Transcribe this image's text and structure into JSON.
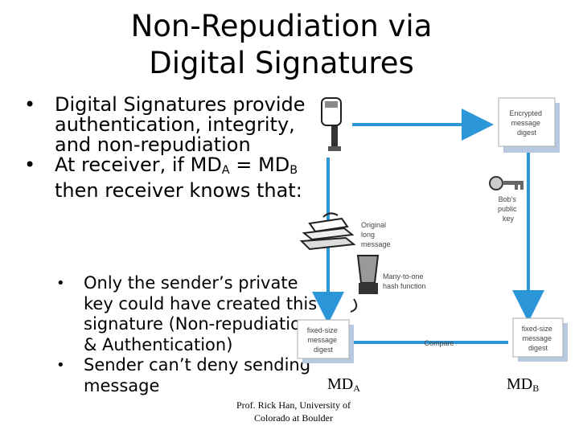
{
  "title": {
    "line1": "Non-Repudiation via",
    "line2": "Digital Signatures"
  },
  "bullets": [
    {
      "text": "Digital Signatures provide authentication, integrity, and non-repudiation"
    },
    {
      "pre": "At receiver, if MD",
      "sub_a": "A",
      "mid": " = MD",
      "sub_b": "B",
      "post": " then receiver knows that:"
    }
  ],
  "sub_bullets": [
    "Only the sender’s private key could have created this signature (Non-repudiation & Authentication)",
    "Sender can’t deny sending message"
  ],
  "diagram": {
    "encrypted_digest": [
      "Encrypted",
      "message",
      "digest"
    ],
    "bobs_key": [
      "Bob's",
      "public",
      "key"
    ],
    "original_message": [
      "Original",
      "long",
      "message"
    ],
    "hash_function": [
      "Many-to-one",
      "hash function"
    ],
    "fixed_left": [
      "fixed-size",
      "message",
      "digest"
    ],
    "compare": "Compare",
    "fixed_right": [
      "fixed-size",
      "message",
      "digest"
    ]
  },
  "md_a": {
    "md": "MD",
    "sub": "A"
  },
  "md_b": {
    "md": "MD",
    "sub": "B"
  },
  "credit": {
    "line1": "Prof. Rick Han, University of",
    "line2": "Colorado at Boulder"
  },
  "colors": {
    "arrow": "#2b97d8",
    "box_shadow": "#b8c8e0"
  }
}
